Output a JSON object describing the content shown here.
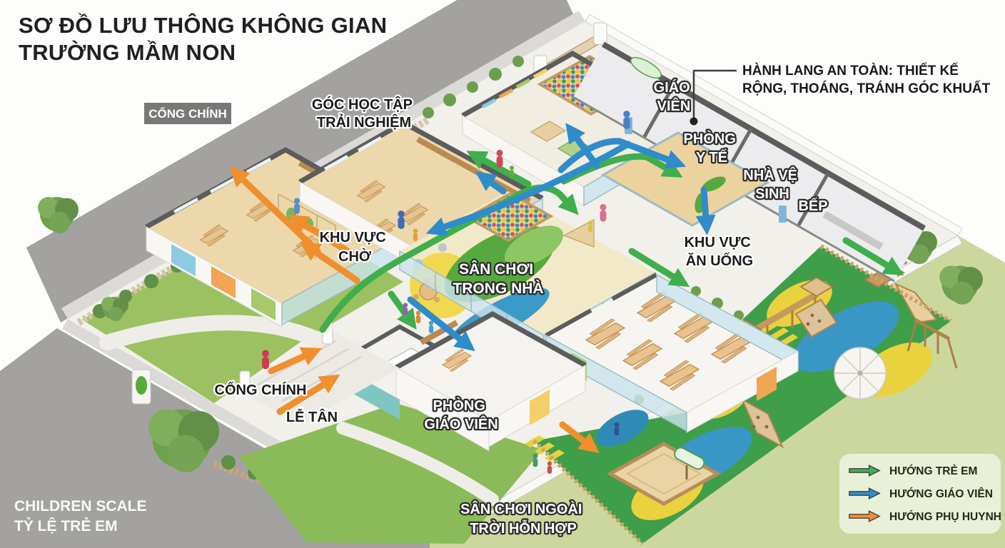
{
  "title": {
    "line1": "SƠ ĐỒ LƯU THÔNG KHÔNG GIAN",
    "line2": "TRƯỜNG MẦM NON"
  },
  "badge": {
    "main_gate_top": "CỔNG CHÍNH"
  },
  "callout": {
    "line1": "HÀNH LANG AN TOÀN: THIẾT KẾ",
    "line2": "RỘNG, THOÁNG, TRÁNH GÓC KHUẤT"
  },
  "labels": {
    "goc_hoc_tap": {
      "line1": "GÓC HỌC TẬP",
      "line2": "TRẢI NGHIỆM"
    },
    "giao_vien": {
      "line1": "GIÁO",
      "line2": "VIÊN"
    },
    "phong_y_te": {
      "line1": "PHÒNG",
      "line2": "Y TẾ"
    },
    "nha_ve_sinh": {
      "line1": "NHÀ VỆ",
      "line2": "SINH"
    },
    "bep": {
      "line1": "BẾP"
    },
    "khu_vuc_cho": {
      "line1": "KHU VỰC",
      "line2": "CHỜ"
    },
    "san_choi_trong_nha": {
      "line1": "SÂN CHƠI",
      "line2": "TRONG NHÀ"
    },
    "khu_vuc_an_uong": {
      "line1": "KHU VỰC",
      "line2": "ĂN UỐNG"
    },
    "cong_chinh_gate": {
      "line1": "CỔNG CHÍNH"
    },
    "le_tan": {
      "line1": "LỄ TÂN"
    },
    "phong_giao_vien": {
      "line1": "PHÒNG",
      "line2": "GIÁO VIÊN"
    },
    "san_choi_ngoai": {
      "line1": "SÂN CHƠI NGOÀI",
      "line2": "TRỜI HỖN HỢP"
    }
  },
  "scale_note": {
    "line1": "CHILDREN SCALE",
    "line2": "TỶ LỆ TRẺ EM"
  },
  "legend": {
    "items": [
      {
        "label": "HƯỚNG TRẺ EM",
        "color": "#3fae4c"
      },
      {
        "label": "HƯỚNG GIÁO VIÊN",
        "color": "#2f8ccb"
      },
      {
        "label": "HƯỚNG PHỤ HUYNH",
        "color": "#ef8f2e"
      }
    ]
  },
  "colors": {
    "child_green": "#3fae4c",
    "teacher_blue": "#2f8ccb",
    "parent_orange": "#ef8f2e",
    "road_gray": "#a3a2a0",
    "site_ground": "#f1f0ea",
    "lawn_outside": "#ccd79e",
    "lawn_inside": "#8abb58",
    "playground_green": "#3f9e49",
    "playground_blue": "#3a96c4",
    "playground_yellow": "#e9d23e",
    "wood_floor": "#ecd8ab",
    "wall_dark": "#5c5c5c",
    "sand": "#ead4a6",
    "wood": "#c7995f",
    "legend_bg": "#e9f1da",
    "badge_bg": "#6e6e6c",
    "title_color": "#202020"
  }
}
